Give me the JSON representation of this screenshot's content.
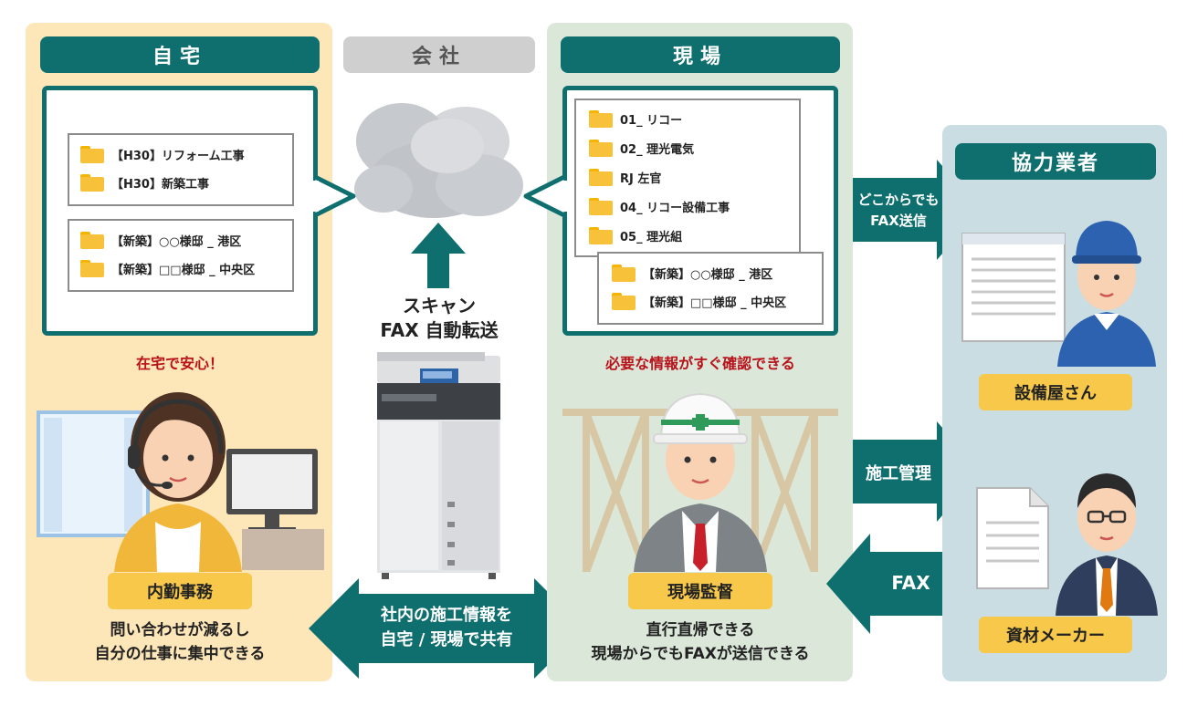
{
  "home": {
    "header": "自宅",
    "folders_top": [
      "【H30】リフォーム工事",
      "【H30】新築工事"
    ],
    "folders_bottom": [
      "【新築】○○様邸 _ 港区",
      "【新築】□□様邸 _ 中央区"
    ],
    "note": "在宅で安心！",
    "role": "内勤事務",
    "caption_lines": [
      "問い合わせが減るし",
      "自分の仕事に集中できる"
    ]
  },
  "company": {
    "header": "会社",
    "scan_lines": [
      "スキャン",
      "FAX 自動転送"
    ]
  },
  "site": {
    "header": "現場",
    "folders": [
      "01_ リコー",
      "02_ 理光電気",
      "RJ 左官",
      "04_ リコー設備工事",
      "05_ 理光組"
    ],
    "subfolders": [
      "【新築】○○様邸 _ 港区",
      "【新築】□□様邸 _ 中央区"
    ],
    "note": "必要な情報がすぐ確認できる",
    "role": "現場監督",
    "caption_lines": [
      "直行直帰できる",
      "現場からでもFAXが送信できる"
    ]
  },
  "share_arrow": {
    "lines": [
      "社内の施工情報を",
      "自宅 / 現場で共有"
    ]
  },
  "partners": {
    "header": "協力業者",
    "role1": "設備屋さん",
    "role2": "資材メーカー"
  },
  "arrows": {
    "fax_send_lines": [
      "どこからでも",
      "FAX送信"
    ],
    "construction_mgmt": "施工管理",
    "fax": "FAX"
  },
  "colors": {
    "teal": "#0f6f6f",
    "home_bg": "#fde6b8",
    "site_bg": "#dbe8d9",
    "partner_bg": "#c9dde2",
    "tag_yellow": "#f7c84a",
    "red_text": "#b8121a",
    "gray_header": "#cfcfcf"
  }
}
